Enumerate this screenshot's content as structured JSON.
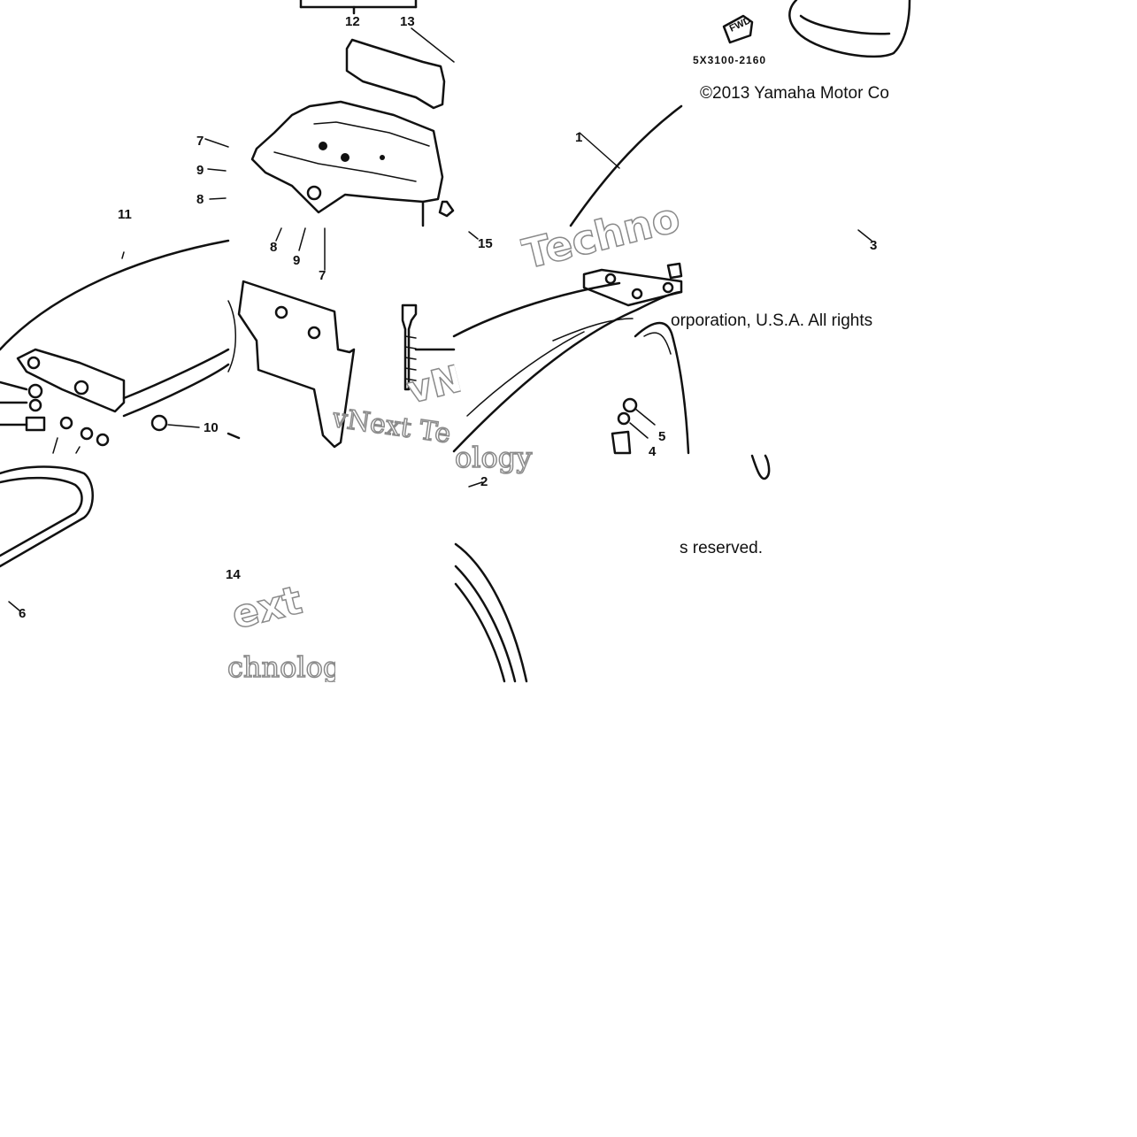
{
  "copyright": {
    "line1": "©2013 Yamaha Motor Co",
    "line2": "orporation, U.S.A. All rights",
    "line3": "s reserved."
  },
  "part_code": "5X3100-2160",
  "fwd_mark": "FWD",
  "watermarks": {
    "a": "Techno",
    "b": "vNext Tec",
    "c": "ext",
    "d": "chnolog",
    "e": "vNe",
    "f": "ology"
  },
  "callouts": {
    "c12": "12",
    "c13": "13",
    "c7a": "7",
    "c9a": "9",
    "c8a": "8",
    "c11": "11",
    "c8b": "8",
    "c9b": "9",
    "c7b": "7",
    "c15": "15",
    "c10": "10",
    "c6": "6",
    "c14": "14",
    "c1": "1",
    "c3": "3",
    "c5": "5",
    "c4": "4",
    "c2": "2"
  }
}
